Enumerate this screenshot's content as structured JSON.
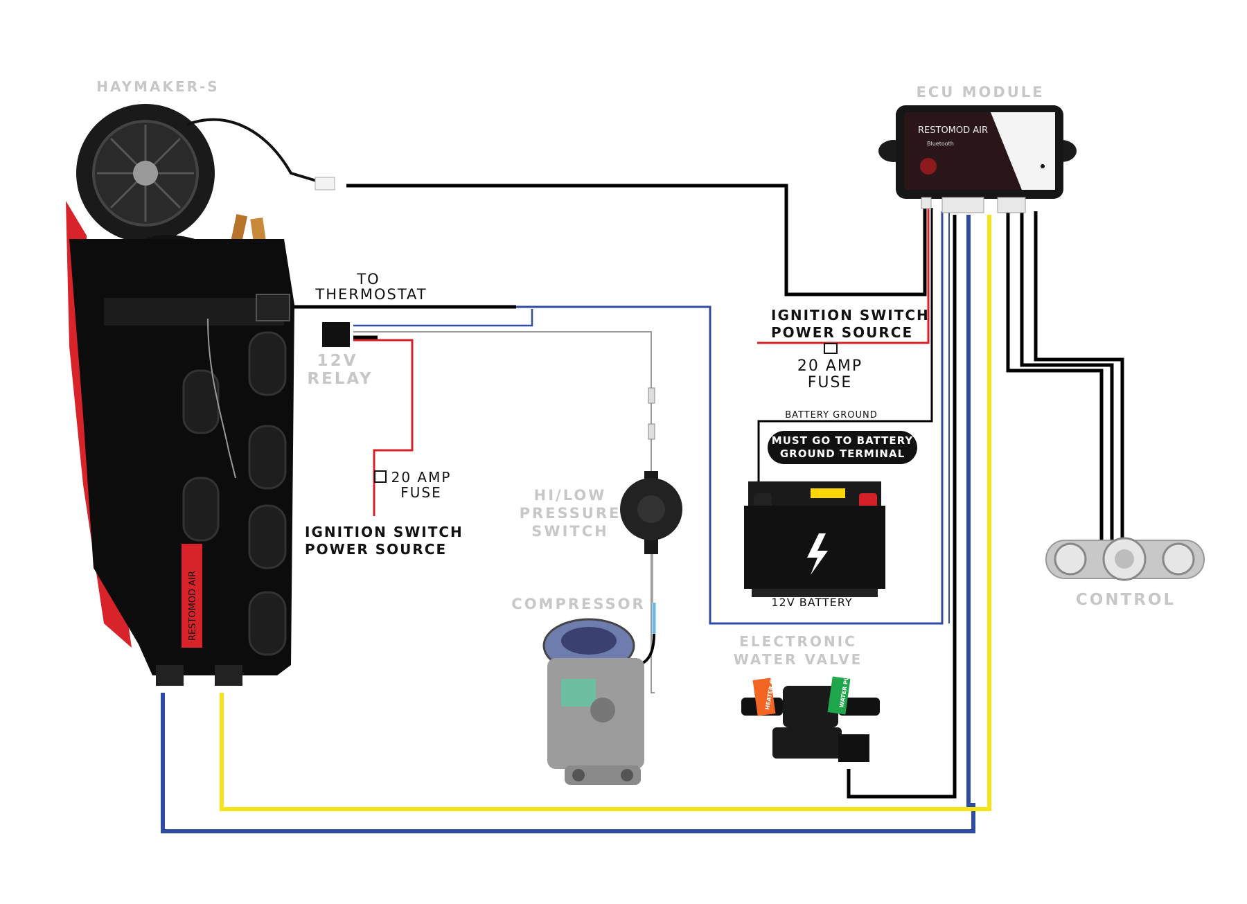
{
  "labels": {
    "haymaker": "HAYMAKER-S",
    "ecu_module": "ECU MODULE",
    "thermostat_line1": "TO",
    "thermostat_line2": "THERMOSTAT",
    "relay_line1": "12V",
    "relay_line2": "RELAY",
    "fuse_left_line1": "20 AMP",
    "fuse_left_line2": "FUSE",
    "ignition_left_line1": "IGNITION SWITCH",
    "ignition_left_line2": "POWER SOURCE",
    "ignition_right_line1": "IGNITION SWITCH",
    "ignition_right_line2": "POWER SOURCE",
    "fuse_right_line1": "20 AMP",
    "fuse_right_line2": "FUSE",
    "battery_ground": "BATTERY GROUND",
    "must_go_line1": "MUST GO TO BATTERY",
    "must_go_line2": "GROUND TERMINAL",
    "battery": "12V BATTERY",
    "hilow_line1": "HI/LOW",
    "hilow_line2": "PRESSURE",
    "hilow_line3": "SWITCH",
    "compressor": "COMPRESSOR",
    "valve_line1": "ELECTRONIC",
    "valve_line2": "WATER VALVE",
    "control": "CONTROL",
    "ecu_brand": "RESTOMOD AIR",
    "ecu_bt": "Bluetooth",
    "unit_brand": "RESTOMOD AIR",
    "heater_core": "HEATER CORE",
    "water_pump": "WATER PUMP"
  },
  "colors": {
    "wire_black": "#000000",
    "wire_red": "#d62027",
    "wire_blue": "#2f4ca0",
    "wire_yellow": "#f7e418",
    "label_grey": "#c7c7c7",
    "unit_red": "#d9232a",
    "valve_orange": "#f26522",
    "valve_green": "#1fa64a"
  }
}
